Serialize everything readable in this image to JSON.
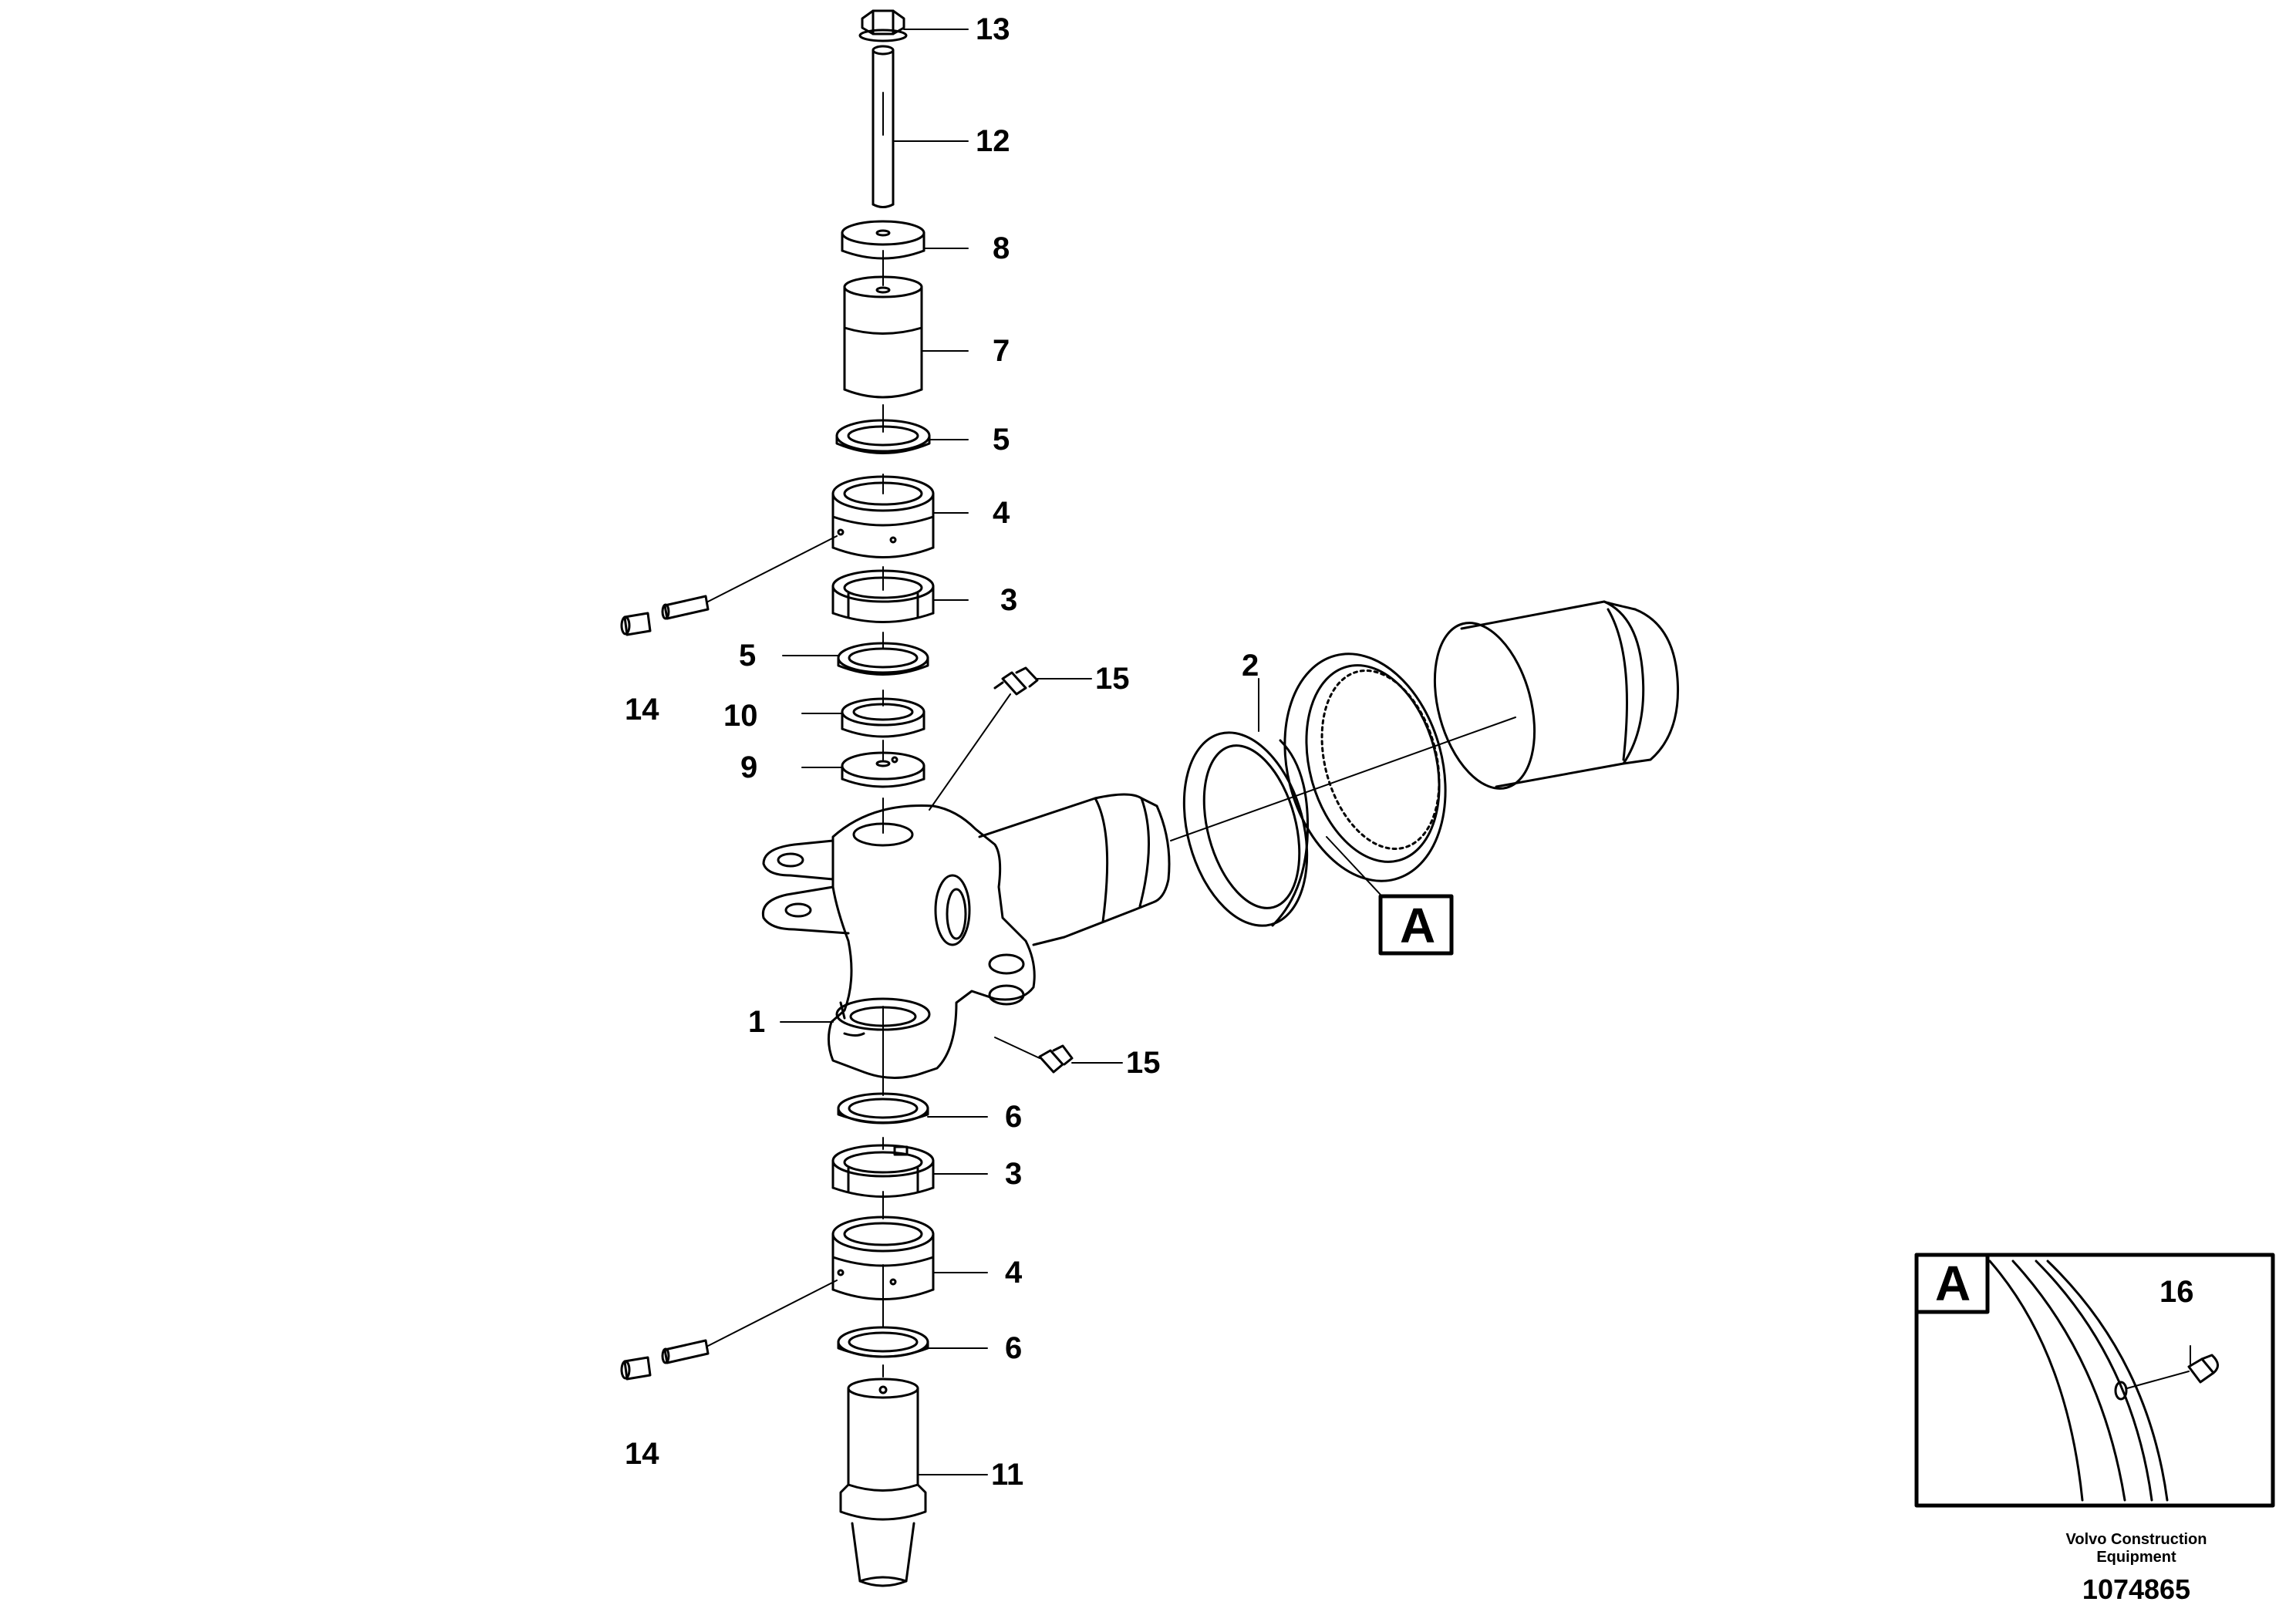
{
  "callouts": {
    "c13": "13",
    "c12": "12",
    "c8": "8",
    "c7": "7",
    "c5a": "5",
    "c4a": "4",
    "c3a": "3",
    "c14a": "14",
    "c5b": "5",
    "c15a": "15",
    "c10": "10",
    "c9": "9",
    "c2": "2",
    "c1": "1",
    "c15b": "15",
    "c6a": "6",
    "c3b": "3",
    "c4b": "4",
    "c6b": "6",
    "c14b": "14",
    "c11": "11",
    "c16": "16"
  },
  "view_labels": {
    "reference": "A",
    "detail": "A"
  },
  "footer": {
    "line1": "Volvo Construction",
    "line2": "Equipment",
    "number": "1074865"
  }
}
